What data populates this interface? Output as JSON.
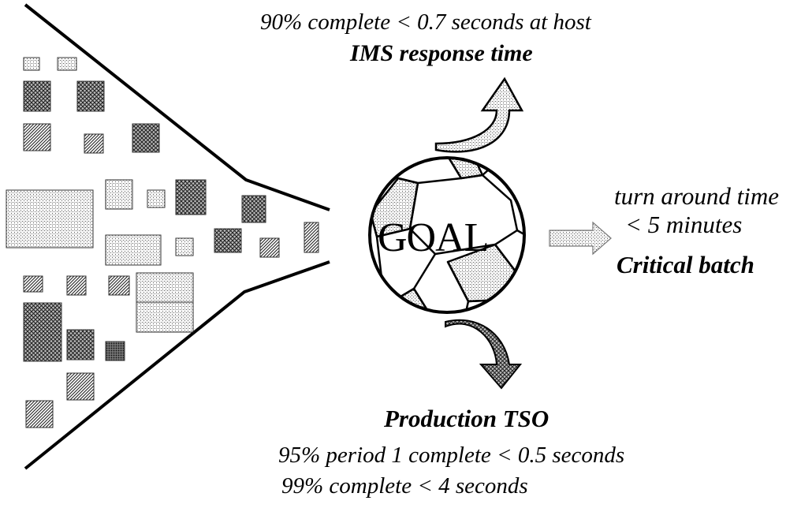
{
  "ims": {
    "criterion": "90% complete  < 0.7 seconds at host",
    "title": "IMS response time"
  },
  "batch": {
    "line1": "turn around time",
    "line2": "< 5 minutes",
    "title": "Critical batch"
  },
  "tso": {
    "title": "Production TSO",
    "criterion1": "95% period 1 complete  < 0.5 seconds",
    "criterion2": "99% complete  < 4 seconds"
  },
  "ball": {
    "label": "GOAL"
  }
}
